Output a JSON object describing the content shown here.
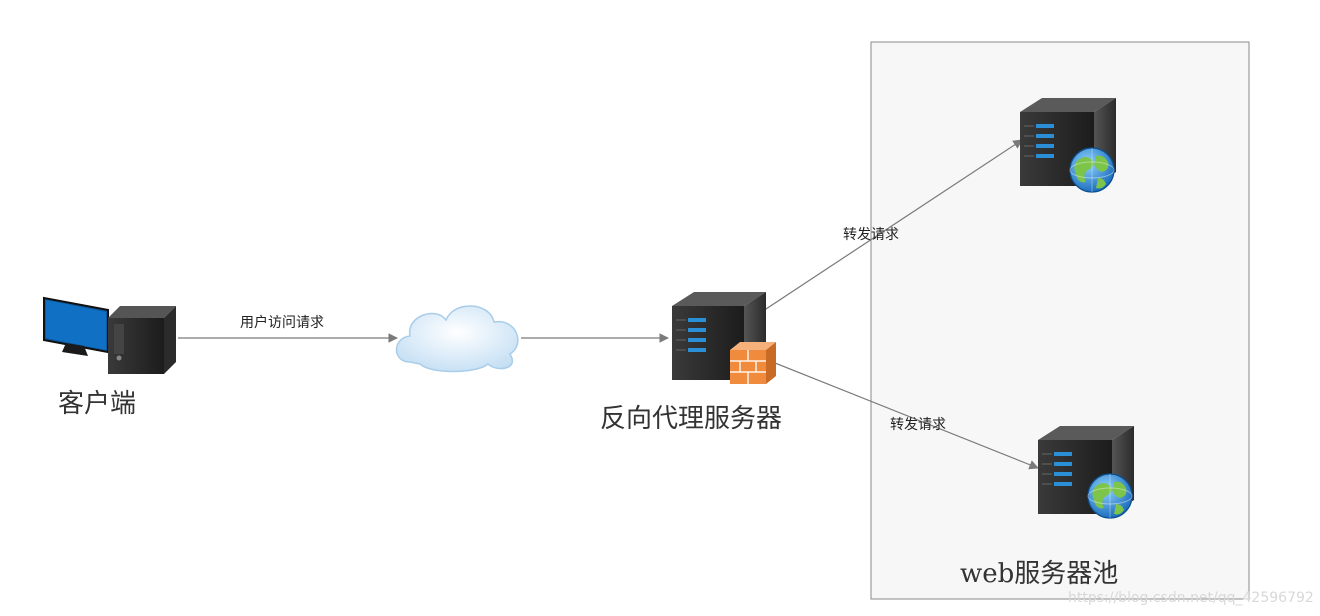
{
  "nodes": {
    "client": {
      "label": "客户端"
    },
    "proxy": {
      "label": "反向代理服务器"
    },
    "pool": {
      "label": "web服务器池"
    }
  },
  "edges": {
    "client_to_cloud": {
      "label": "用户访问请求"
    },
    "proxy_to_server1": {
      "label": "转发请求"
    },
    "proxy_to_server2": {
      "label": "转发请求"
    }
  },
  "watermark": "https://blog.csdn.net/qq_42596792",
  "colors": {
    "line": "#7a7a7a",
    "server_body": "#2e2e2e",
    "server_led": "#2a8fd6",
    "firewall": "#f08a3c",
    "cloud": "#cfe6f7",
    "pool_border": "#8a8a8a",
    "pool_bg": "#f7f7f7",
    "monitor_screen": "#0c5aa6"
  },
  "icons": [
    "computer-icon",
    "cloud-icon",
    "server-icon",
    "firewall-icon",
    "globe-icon"
  ]
}
